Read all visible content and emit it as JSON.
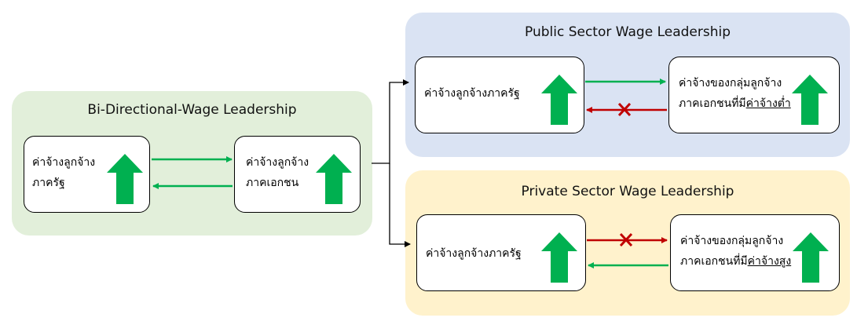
{
  "colors": {
    "green_panel": "#e2efda",
    "blue_panel": "#dae3f3",
    "yellow_panel": "#fff2cc",
    "up_arrow": "#00b050",
    "flow_ok": "#00b050",
    "flow_blocked": "#c00000",
    "connector": "#000000"
  },
  "icons": {
    "up_arrow": "up-arrow-icon",
    "blocked": "x-mark-icon"
  },
  "bi_directional": {
    "title": "Bi-Directional-Wage Leadership",
    "left_box": {
      "line1": "ค่าจ้างลูกจ้าง",
      "line2": "ภาครัฐ"
    },
    "right_box": {
      "line1": "ค่าจ้างลูกจ้าง",
      "line2": "ภาคเอกชน"
    }
  },
  "public_sector": {
    "title": "Public Sector Wage Leadership",
    "left_box": {
      "line1": "ค่าจ้างลูกจ้างภาครัฐ"
    },
    "right_box": {
      "line1": "ค่าจ้างของกลุ่มลูกจ้าง",
      "line2_prefix": "ภาคเอกชนที่มี",
      "line2_emphasis": "ค่าจ้างต่ำ"
    }
  },
  "private_sector": {
    "title": "Private Sector Wage Leadership",
    "left_box": {
      "line1": "ค่าจ้างลูกจ้างภาครัฐ"
    },
    "right_box": {
      "line1": "ค่าจ้างของกลุ่มลูกจ้าง",
      "line2_prefix": "ภาคเอกชนที่มี",
      "line2_emphasis": "ค่าจ้างสูง"
    }
  }
}
